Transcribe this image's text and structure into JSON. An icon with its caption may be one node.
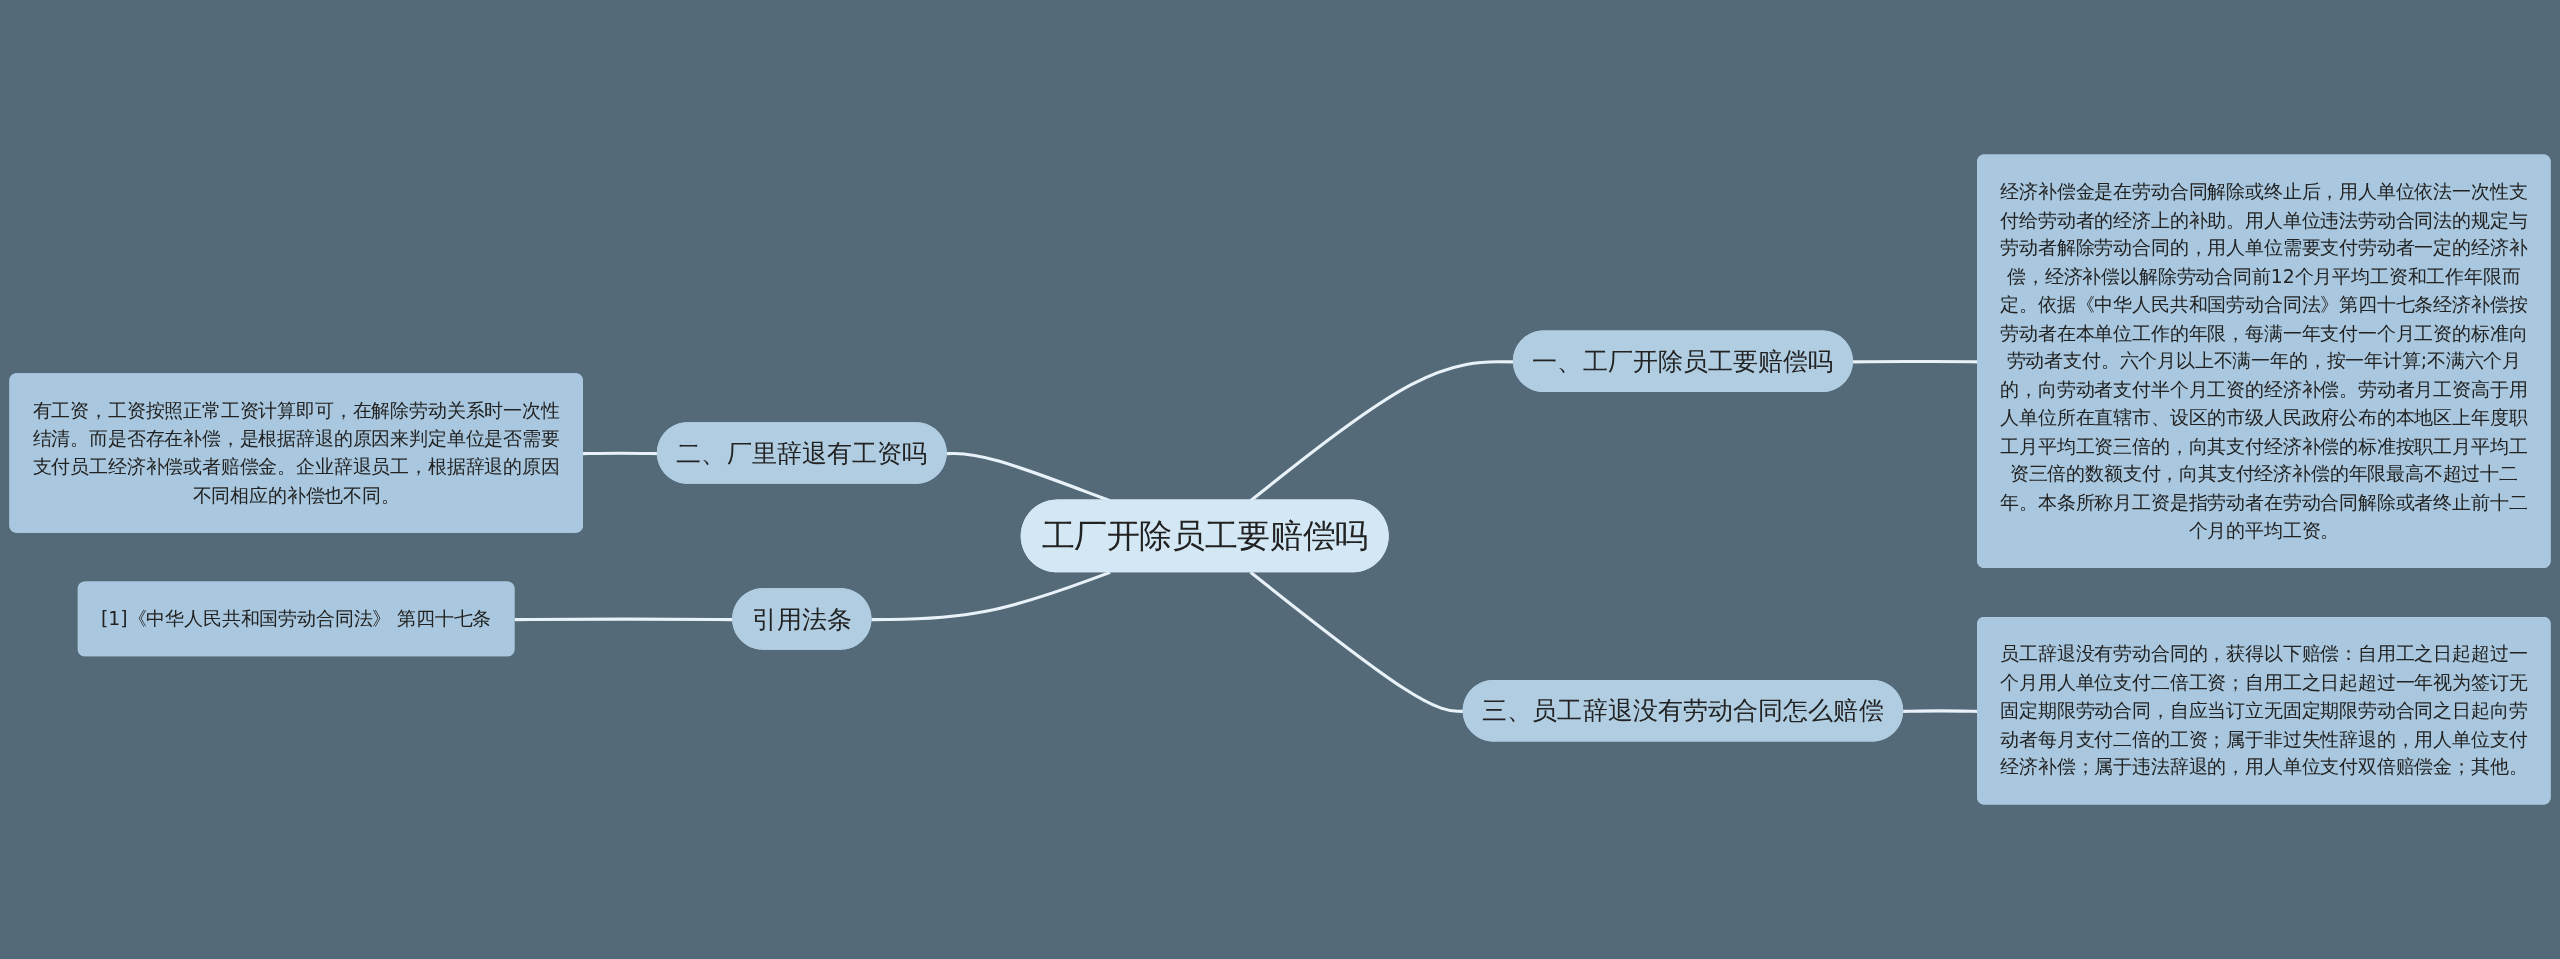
{
  "diagram": {
    "nodes": [
      {
        "text": [
          "工厂开除员工要赔偿吗"
        ]
      },
      {
        "text": [
          "一、工厂开除员工要赔偿吗"
        ]
      },
      {
        "text": [
          "经济补偿金是在劳动合同解除或终止后，用人单位依法一次性支付给劳动者的经济上的补助。用人单位违法劳动合同法的规定与劳动者解除劳动合同的，用人单位需要支付劳动者一定的经济补偿，经济补偿以解除劳动合同前12个月平均工资和工作年限而定。依据《中华人民共和国劳动合同法》第四十七条经济补偿按劳动者在本单位工作的年限，每满一年支付一个月工资的标准向劳动者支付。六个月以上不满一年的，按一年计算;不满六个月的，向劳动者支付半个月工资的经济补偿。劳动者月工资高于用人单位所在直辖市、设区的市级人民政府公布的本地区上年度职工月平均工资三倍的，向其支付经济补偿的标准按职工月平均工资三倍的数额支付，向其支付经济补偿的年限最高不超过十二年。本条所称月工资是指劳动者在劳动合同解除或者终止前十二个月的平均工资。"
        ]
      },
      {
        "text": [
          "二、厂里辞退有工资吗"
        ]
      },
      {
        "text": [
          "有工资，工资按照正常工资计算即可，在解除劳动关系时一次性结清。而是否存在补偿，是根据辞退的原因来判定单位是否需要支付员工经济补偿或者赔偿金。企业辞退员工，根据辞退的原因不同相应的补偿也不同。"
        ]
      },
      {
        "text": [
          "引用法条"
        ]
      },
      {
        "text": [
          "[1]《中华人民共和国劳动合同法》 第四十七条"
        ]
      },
      {
        "text": [
          "三、员工辞退没有劳动合同怎么赔偿"
        ]
      },
      {
        "text": [
          "员工辞退没有劳动合同的，获得以下赔偿：自用工之日起超过一个月用人单位支付二倍工资；自用工之日起超过一年视为签订无固定期限劳动合同，自应当订立无固定期限劳动合同之日起向劳动者每月支付二倍的工资；属于非过失性辞退的，用人单位支付经济补偿；属于违法辞退的，用人单位支付双倍赔偿金；其他。"
        ]
      }
    ],
    "edges": [
      {
        "from": 0,
        "to": 1,
        "arrow": "none"
      },
      {
        "from": 1,
        "to": 2,
        "arrow": "none"
      },
      {
        "from": 4,
        "to": 3,
        "arrow": "none"
      },
      {
        "from": 3,
        "to": 0,
        "arrow": "none"
      },
      {
        "from": 6,
        "to": 5,
        "arrow": "none"
      },
      {
        "from": 5,
        "to": 0,
        "arrow": "none"
      },
      {
        "from": 0,
        "to": 7,
        "arrow": "none"
      },
      {
        "from": 7,
        "to": 8,
        "arrow": "none"
      }
    ]
  }
}
